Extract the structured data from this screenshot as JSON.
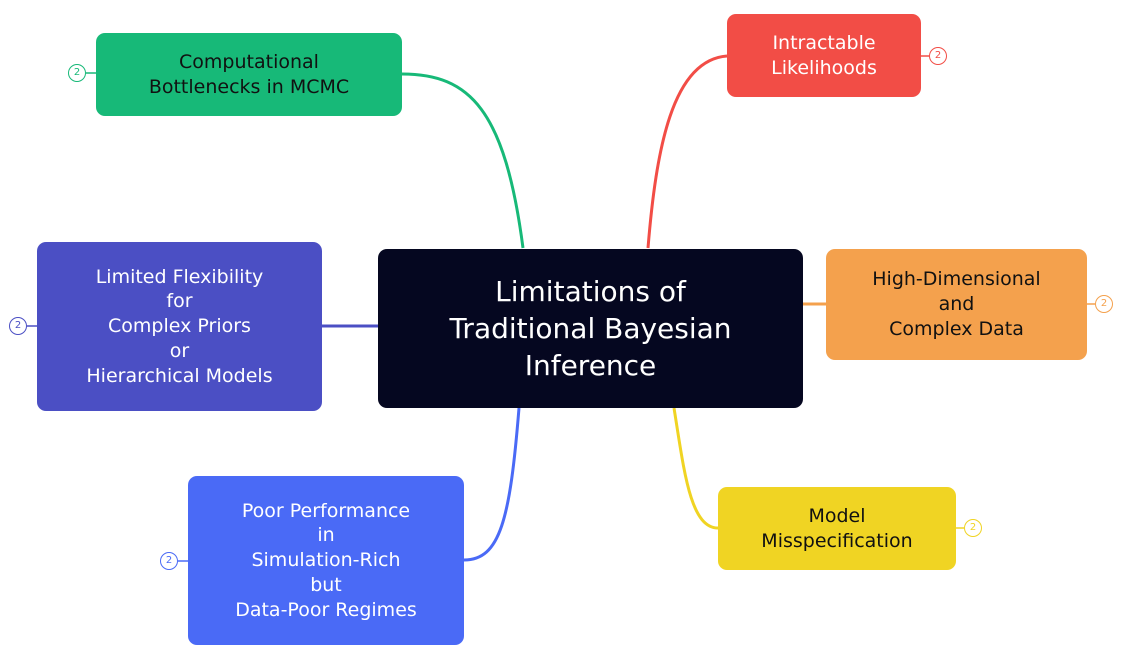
{
  "center": {
    "title": "Limitations of\nTraditional Bayesian\nInference"
  },
  "branches": [
    {
      "id": "computational",
      "label": "Computational\nBottlenecks in MCMC",
      "color": "#17b978",
      "text_color": "#111111",
      "badge": "2"
    },
    {
      "id": "intractable",
      "label": "Intractable\nLikelihoods",
      "color": "#f24d46",
      "text_color": "#ffffff",
      "badge": "2"
    },
    {
      "id": "limited-flexibility",
      "label": "Limited Flexibility\nfor\nComplex Priors\nor\nHierarchical Models",
      "color": "#4b4fc4",
      "text_color": "#ffffff",
      "badge": "2"
    },
    {
      "id": "high-dimensional",
      "label": "High-Dimensional\nand\nComplex Data",
      "color": "#f4a14d",
      "text_color": "#111111",
      "badge": "2"
    },
    {
      "id": "poor-performance",
      "label": "Poor Performance\nin\nSimulation-Rich\nbut\nData-Poor Regimes",
      "color": "#4a6af6",
      "text_color": "#ffffff",
      "badge": "2"
    },
    {
      "id": "misspecification",
      "label": "Model\nMisspecification",
      "color": "#f0d423",
      "text_color": "#111111",
      "badge": "2"
    }
  ]
}
